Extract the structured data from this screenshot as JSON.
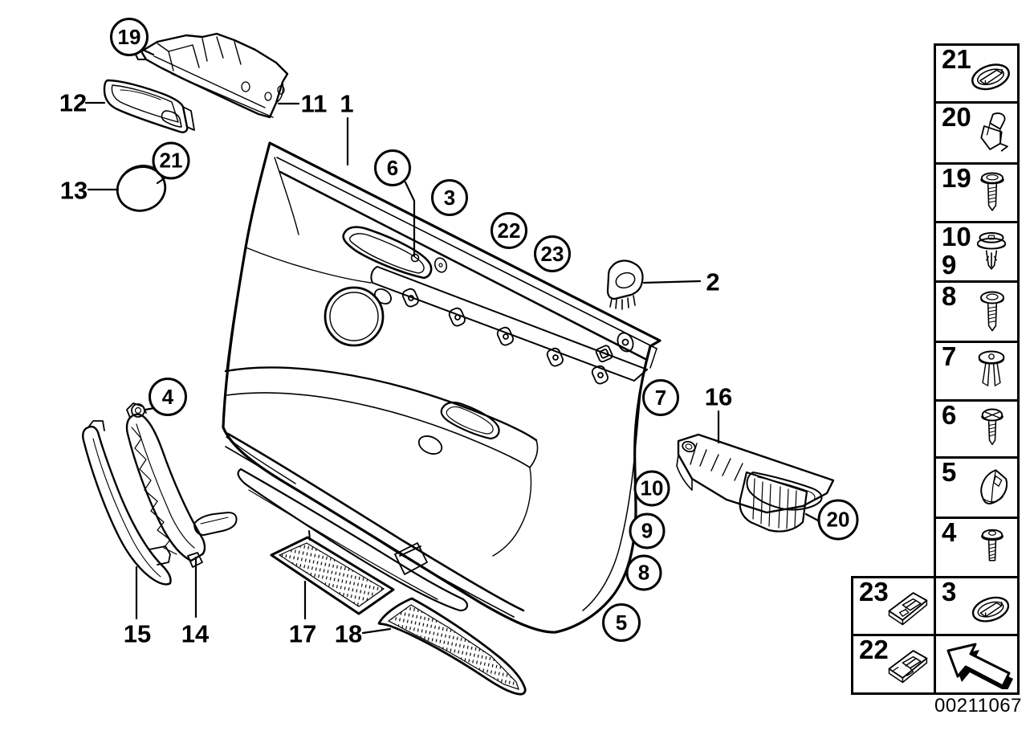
{
  "callouts": {
    "c1": "1",
    "c2": "2",
    "c3": "3",
    "c4": "4",
    "c5": "5",
    "c6": "6",
    "c7": "7",
    "c8": "8",
    "c9": "9",
    "c10": "10",
    "c11": "11",
    "c12": "12",
    "c13": "13",
    "c14": "14",
    "c15": "15",
    "c16": "16",
    "c17": "17",
    "c18": "18",
    "c19": "19",
    "c20": "20",
    "c21": "21",
    "c22": "22",
    "c23": "23"
  },
  "legend": {
    "r21": "21",
    "r20": "20",
    "r19": "19",
    "r10": "10",
    "r9": "9",
    "r8": "8",
    "r7": "7",
    "r6": "6",
    "r5": "5",
    "r4": "4",
    "r3": "3",
    "l23": "23",
    "l22": "22"
  },
  "legend_icons": {
    "r21": "oval-grommet-icon",
    "r20": "sheet-metal-clip-icon",
    "r19": "washer-screw-icon",
    "r10_9": "expanding-rivet-icon",
    "r8": "washer-screw-icon",
    "r7": "expansion-rivet-icon",
    "r6": "phillips-screw-icon",
    "r5": "wedge-clip-icon",
    "r4": "torx-screw-icon",
    "r3": "oval-grommet-icon",
    "l23": "mounting-clip-icon",
    "l22": "mounting-clip-icon",
    "arrow": "back-arrow-icon"
  },
  "footer": {
    "document_number": "00211067"
  },
  "colors": {
    "line": "#000000",
    "background": "#ffffff"
  }
}
